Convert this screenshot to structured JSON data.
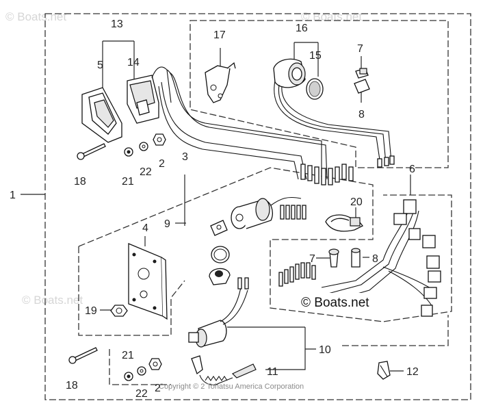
{
  "watermarks": {
    "top_left": "© Boats.net",
    "top_right": "© Boats.net",
    "mid_left": "© Boats.net",
    "center_badge": "© Boats.net"
  },
  "copyright": "Copyright © 2 Tohatsu America Corporation",
  "callouts": {
    "c1": "1",
    "c2a": "2",
    "c2b": "2",
    "c3": "3",
    "c4": "4",
    "c5": "5",
    "c6": "6",
    "c7a": "7",
    "c7b": "7",
    "c8a": "8",
    "c8b": "8",
    "c9": "9",
    "c10": "10",
    "c11": "11",
    "c12": "12",
    "c13": "13",
    "c14": "14",
    "c15": "15",
    "c16": "16",
    "c17": "17",
    "c18a": "18",
    "c18b": "18",
    "c19": "19",
    "c20": "20",
    "c21a": "21",
    "c21b": "21",
    "c22a": "22",
    "c22b": "22"
  }
}
